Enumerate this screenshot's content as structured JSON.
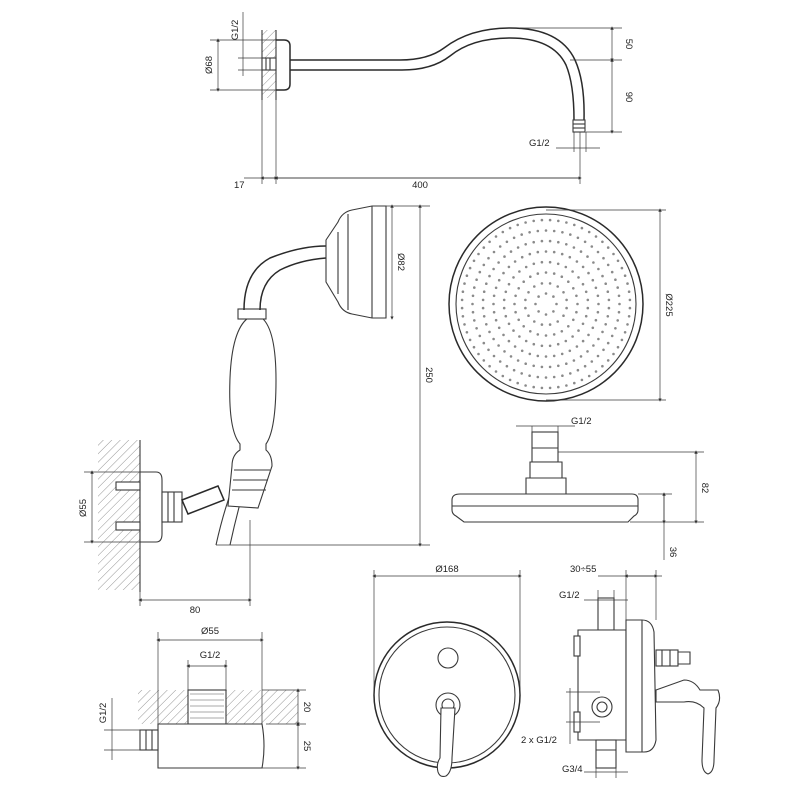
{
  "labels": {
    "arm_g12": "G1/2",
    "arm_d68": "Ø68",
    "arm_50": "50",
    "arm_90": "90",
    "arm_g12_outlet": "G1/2",
    "arm_17": "17",
    "arm_400": "400",
    "hand_d82": "Ø82",
    "hand_250": "250",
    "hand_d55": "Ø55",
    "hand_80": "80",
    "head_d225": "Ø225",
    "head_g12": "G1/2",
    "head_82": "82",
    "head_36": "36",
    "elbow_d55": "Ø55",
    "elbow_g12_top": "G1/2",
    "elbow_g12_side": "G1/2",
    "elbow_20": "20",
    "elbow_25": "25",
    "plate_d168": "Ø168",
    "valve_3055": "30÷55",
    "valve_g12": "G1/2",
    "valve_2xg12": "2 x G1/2",
    "valve_g34": "G3/4"
  }
}
